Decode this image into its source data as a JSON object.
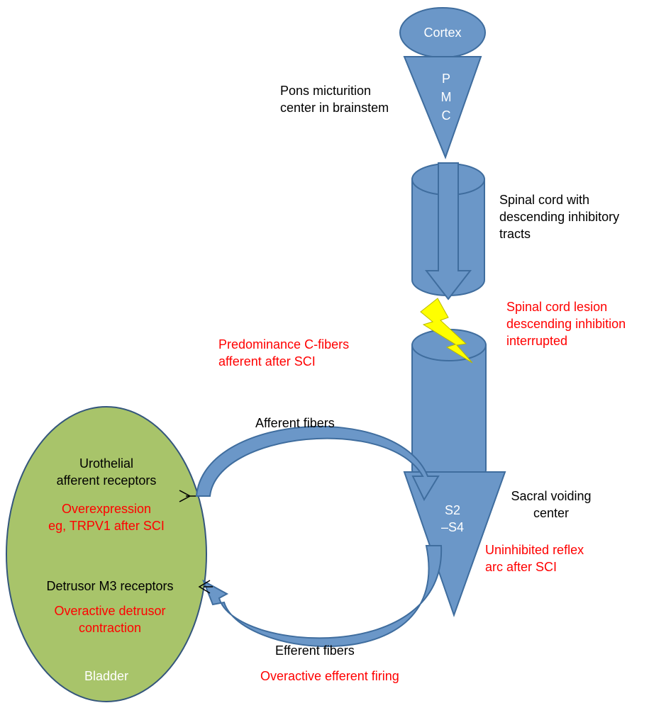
{
  "colors": {
    "structure_fill": "#6b97c8",
    "structure_stroke": "#3f6d9e",
    "bladder_fill": "#a8c46a",
    "bladder_stroke": "#34567c",
    "lightning": "#ffff00",
    "annotation_red": "#ff0000",
    "text_black": "#000000",
    "text_white": "#ffffff"
  },
  "icons": {
    "lesion": "lightning-bolt-icon"
  },
  "brain": {
    "cortex_label": "Cortex",
    "pmc_letters": [
      "P",
      "M",
      "C"
    ],
    "pons_label_lines": [
      "Pons micturition",
      "center in brainstem"
    ]
  },
  "spinal_cord": {
    "label_lines": [
      "Spinal cord with",
      "descending inhibitory",
      "tracts"
    ],
    "lesion_lines": [
      "Spinal cord lesion",
      "descending inhibition",
      "interrupted"
    ]
  },
  "sacral": {
    "segment_lines": [
      "S2",
      "–S4"
    ],
    "label_lines": [
      "Sacral voiding",
      "center"
    ],
    "reflex_lines": [
      "Uninhibited reflex",
      "arc after SCI"
    ]
  },
  "afferent": {
    "predominance_lines": [
      "Predominance C-fibers",
      "afferent after SCI"
    ],
    "label": "Afferent fibers"
  },
  "efferent": {
    "label": "Efferent fibers",
    "overactive": "Overactive efferent firing"
  },
  "bladder": {
    "urothelial_lines": [
      "Urothelial",
      "afferent receptors"
    ],
    "overexpression_lines": [
      "Overexpression",
      "eg, TRPV1 after SCI"
    ],
    "detrusor_label": "Detrusor M3 receptors",
    "detrusor_overactive_lines": [
      "Overactive detrusor",
      "contraction"
    ],
    "name": "Bladder"
  }
}
